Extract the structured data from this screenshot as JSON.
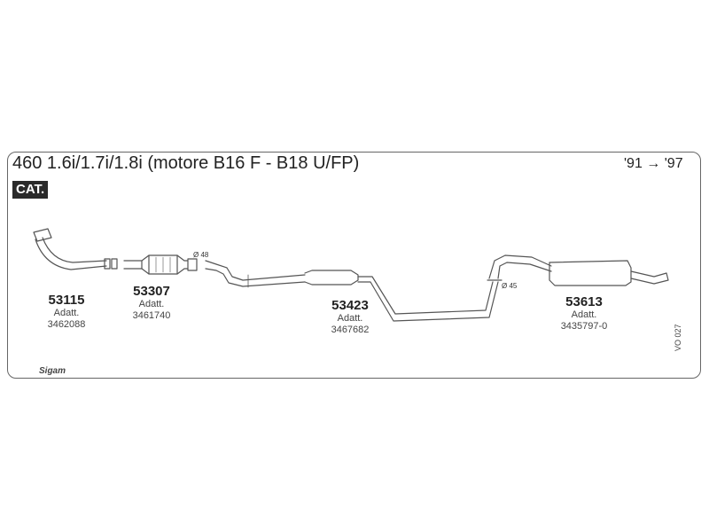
{
  "header": {
    "title": "460 1.6i/1.7i/1.8i (motore B16 F - B18 U/FP)",
    "years": "'91 → '97",
    "badge": "CAT."
  },
  "parts": [
    {
      "code": "53115",
      "adatt": "Adatt.",
      "ref": "3462088"
    },
    {
      "code": "53307",
      "adatt": "Adatt.",
      "ref": "3461740"
    },
    {
      "code": "53423",
      "adatt": "Adatt.",
      "ref": "3467682"
    },
    {
      "code": "53613",
      "adatt": "Adatt.",
      "ref": "3435797-0"
    }
  ],
  "diameters": {
    "d48": "Ø 48",
    "d45": "Ø 45"
  },
  "side_code": "VO 027",
  "logo": "Sigam",
  "colors": {
    "line": "#555555",
    "badge_bg": "#2a2a2a"
  }
}
